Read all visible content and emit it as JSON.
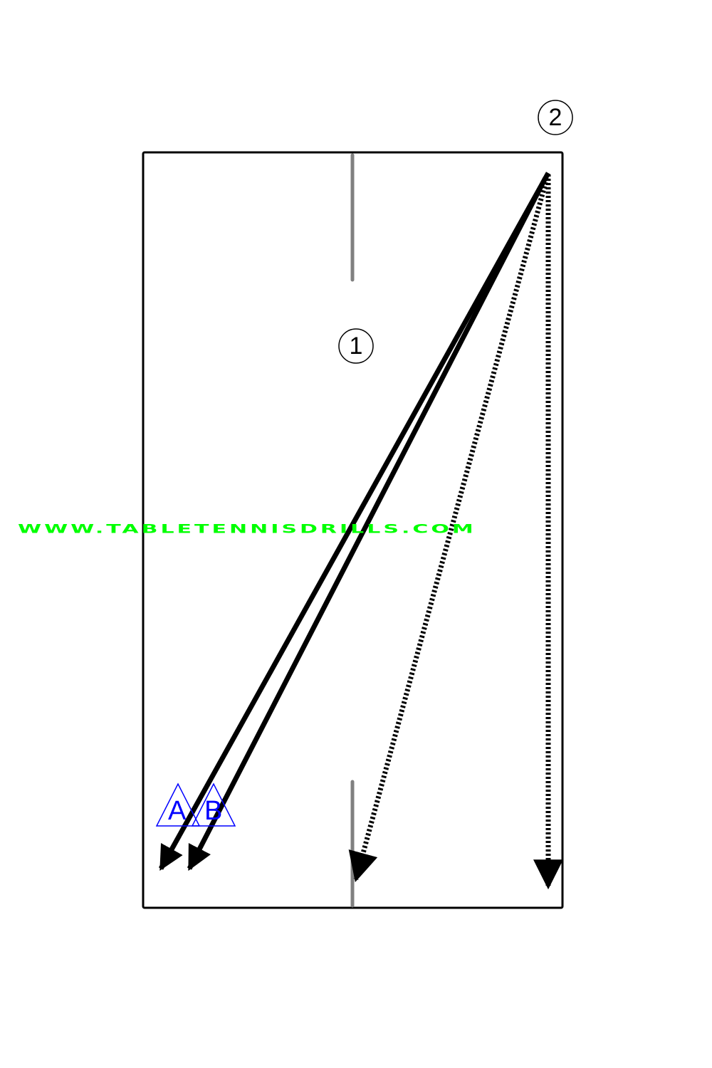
{
  "diagram": {
    "players": [
      {
        "label": "1",
        "role": "player-near-net"
      },
      {
        "label": "2",
        "role": "player-far-corner"
      }
    ],
    "targets": [
      {
        "label": "A"
      },
      {
        "label": "B"
      }
    ],
    "watermark": "WWW.TABLETENNISDRILLS.COM",
    "colors": {
      "table_border": "#000000",
      "center_line": "#808080",
      "target": "#0000ff",
      "watermark": "#00ff00",
      "arrow": "#000000"
    }
  }
}
